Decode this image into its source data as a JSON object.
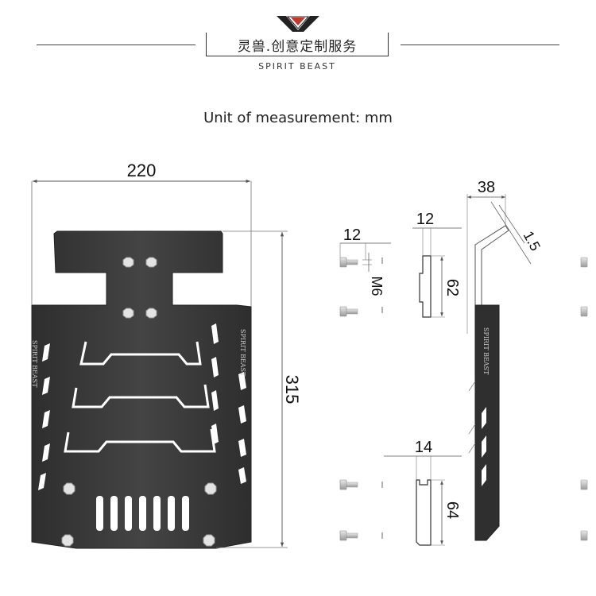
{
  "header": {
    "brand_cn": "灵兽.创意定制服务",
    "brand_en": "SPIRIT BEAST"
  },
  "unit_caption": "Unit of measurement: mm",
  "dimensions": {
    "width": "220",
    "height": "315",
    "bolt_length": "12",
    "bolt_thread": "M6",
    "spacer_top_width": "12",
    "spacer_top_height": "62",
    "spacer_bottom_width": "14",
    "spacer_bottom_height": "64",
    "side_offset": "38",
    "thickness": "1.5"
  },
  "plate_text": {
    "left": "SPIRIT BEAST",
    "right": "SPIRIT BEAST",
    "side": "SPIRIT BEAST"
  },
  "colors": {
    "plate": "#3b3b3b",
    "plate_edge": "#222222",
    "cutout": "#ffffff",
    "bolt": "#c8c8c8",
    "dim_line": "#555555"
  }
}
